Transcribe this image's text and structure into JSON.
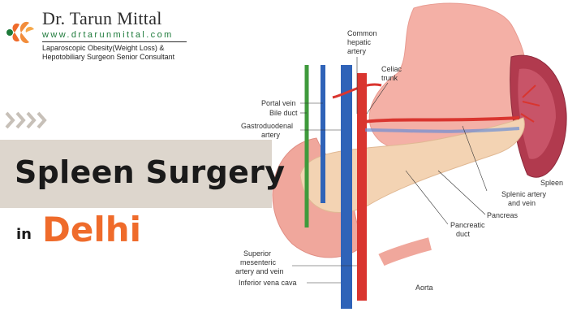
{
  "brand": {
    "name": "Dr. Tarun Mittal",
    "url": "www.drtarunmittal.com",
    "subtitle_line1": "Laparoscopic Obesity(Weight Loss) &",
    "subtitle_line2": "Hepotobiliary Surgeon Senior Consultant",
    "logo_icon": "droplet-cluster-icon"
  },
  "decor": {
    "chevron_icon": "chevron-right-icon"
  },
  "headline": {
    "title": "Spleen Surgery",
    "connector": "in",
    "city": "Delhi"
  },
  "colors": {
    "accent": "#ef6b2b",
    "band": "#ddd6cd",
    "url_green": "#1d7a3a"
  },
  "diagram_labels": {
    "common_hepatic": [
      "Common",
      "hepatic",
      "artery"
    ],
    "celiac": [
      "Celiac",
      "trunk"
    ],
    "portal_vein": "Portal vein",
    "bile_duct": "Bile duct",
    "gastroduodenal": [
      "Gastroduodenal",
      "artery"
    ],
    "spleen": "Spleen",
    "splenic": [
      "Splenic artery",
      "and vein"
    ],
    "pancreas": "Pancreas",
    "pancreatic_duct": [
      "Pancreatic",
      "duct"
    ],
    "superior_mesenteric": [
      "Superior",
      "mesenteric",
      "artery and vein"
    ],
    "inferior_vena_cava": "Inferior vena cava",
    "aorta": "Aorta"
  }
}
